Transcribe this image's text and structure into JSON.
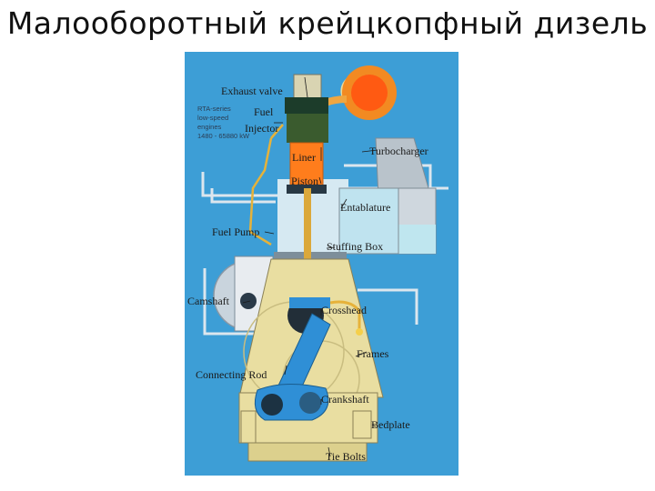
{
  "slide": {
    "title": "Малооборотный крейцкопфный дизель"
  },
  "diagram": {
    "spec_lines": [
      "RTA-series",
      "low-speed",
      "engines",
      "1480 - 65880 kW"
    ],
    "labels": {
      "exhaust_valve": "Exhaust valve",
      "fuel": "Fuel",
      "injector": "Injector",
      "liner": "Liner",
      "turbocharger": "Turbocharger",
      "piston": "Piston",
      "entablature": "Entablature",
      "fuel_pump": "Fuel Pump",
      "stuffing_box": "Stuffing Box",
      "camshaft": "Camshaft",
      "crosshead": "Crosshead",
      "frames": "Frames",
      "connecting_rod": "Connecting Rod",
      "crankshaft": "Crankshaft",
      "bedplate": "Bedplate",
      "tie_bolts": "Tie Bolts"
    },
    "colors": {
      "background": "#3d9ed6",
      "frame": "#e9dea1",
      "liner": "#ff8a1e",
      "turbo": "#ff6a1a",
      "rod": "#2f8fd6",
      "shaft": "#1c3242",
      "rail": "#dce6ee",
      "fuel_pipe": "#e6b23a"
    }
  }
}
